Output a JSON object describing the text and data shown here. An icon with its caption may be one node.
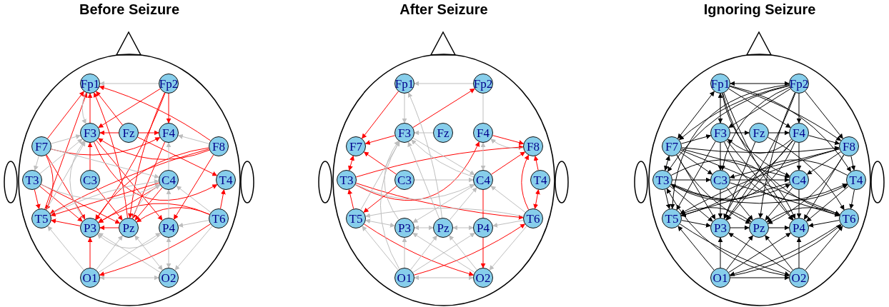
{
  "diagram": {
    "nodes": [
      {
        "text": [
          "Before Seizure"
        ]
      },
      {
        "text": [
          "Fp1"
        ],
        "in": 0
      },
      {
        "text": [
          "Fp2"
        ],
        "in": 0
      },
      {
        "text": [
          "F3"
        ],
        "in": 0
      },
      {
        "text": [
          "Fz"
        ],
        "in": 0
      },
      {
        "text": [
          "F4"
        ],
        "in": 0
      },
      {
        "text": [
          "F7"
        ],
        "in": 0
      },
      {
        "text": [
          "F8"
        ],
        "in": 0
      },
      {
        "text": [
          "T3"
        ],
        "in": 0
      },
      {
        "text": [
          "C3"
        ],
        "in": 0
      },
      {
        "text": [
          "C4"
        ],
        "in": 0
      },
      {
        "text": [
          "T4"
        ],
        "in": 0
      },
      {
        "text": [
          "T5"
        ],
        "in": 0
      },
      {
        "text": [
          "T6"
        ],
        "in": 0
      },
      {
        "text": [
          "P3"
        ],
        "in": 0
      },
      {
        "text": [
          "Pz"
        ],
        "in": 0
      },
      {
        "text": [
          "P4"
        ],
        "in": 0
      },
      {
        "text": [
          "O1"
        ],
        "in": 0
      },
      {
        "text": [
          "O2"
        ],
        "in": 0
      },
      {
        "text": [
          "After Seizure"
        ]
      },
      {
        "text": [
          "Fp1"
        ],
        "in": 19
      },
      {
        "text": [
          "Fp2"
        ],
        "in": 19
      },
      {
        "text": [
          "F3"
        ],
        "in": 19
      },
      {
        "text": [
          "Fz"
        ],
        "in": 19
      },
      {
        "text": [
          "F4"
        ],
        "in": 19
      },
      {
        "text": [
          "F7"
        ],
        "in": 19
      },
      {
        "text": [
          "F8"
        ],
        "in": 19
      },
      {
        "text": [
          "T3"
        ],
        "in": 19
      },
      {
        "text": [
          "C3"
        ],
        "in": 19
      },
      {
        "text": [
          "C4"
        ],
        "in": 19
      },
      {
        "text": [
          "T4"
        ],
        "in": 19
      },
      {
        "text": [
          "T5"
        ],
        "in": 19
      },
      {
        "text": [
          "T6"
        ],
        "in": 19
      },
      {
        "text": [
          "P3"
        ],
        "in": 19
      },
      {
        "text": [
          "Pz"
        ],
        "in": 19
      },
      {
        "text": [
          "P4"
        ],
        "in": 19
      },
      {
        "text": [
          "O1"
        ],
        "in": 19
      },
      {
        "text": [
          "O2"
        ],
        "in": 19
      },
      {
        "text": [
          "Ignoring Seizure"
        ]
      },
      {
        "text": [
          "Fp1"
        ],
        "in": 38
      },
      {
        "text": [
          "Fp2"
        ],
        "in": 38
      },
      {
        "text": [
          "F3"
        ],
        "in": 38
      },
      {
        "text": [
          "Fz"
        ],
        "in": 38
      },
      {
        "text": [
          "F4"
        ],
        "in": 38
      },
      {
        "text": [
          "F7"
        ],
        "in": 38
      },
      {
        "text": [
          "F8"
        ],
        "in": 38
      },
      {
        "text": [
          "T3"
        ],
        "in": 38
      },
      {
        "text": [
          "C3"
        ],
        "in": 38
      },
      {
        "text": [
          "C4"
        ],
        "in": 38
      },
      {
        "text": [
          "T4"
        ],
        "in": 38
      },
      {
        "text": [
          "T5"
        ],
        "in": 38
      },
      {
        "text": [
          "T6"
        ],
        "in": 38
      },
      {
        "text": [
          "P3"
        ],
        "in": 38
      },
      {
        "text": [
          "Pz"
        ],
        "in": 38
      },
      {
        "text": [
          "P4"
        ],
        "in": 38
      },
      {
        "text": [
          "O1"
        ],
        "in": 38
      },
      {
        "text": [
          "O2"
        ],
        "in": 38
      }
    ],
    "edges": [
      {
        "from": 6,
        "to": 1,
        "arrow": "to",
        "color": "#ff0000"
      },
      {
        "from": 3,
        "to": 1,
        "arrow": "to",
        "color": "#ff0000"
      },
      {
        "from": 4,
        "to": 1,
        "arrow": "to",
        "color": "#ff0000"
      },
      {
        "from": 7,
        "to": 1,
        "arrow": "to",
        "color": "#ff0000"
      },
      {
        "from": 12,
        "to": 1,
        "arrow": "to",
        "color": "#ff0000"
      },
      {
        "from": 15,
        "to": 1,
        "arrow": "to",
        "color": "#ff0000"
      },
      {
        "from": 2,
        "to": 3,
        "arrow": "to",
        "color": "#ff0000"
      },
      {
        "from": 2,
        "to": 5,
        "arrow": "to",
        "color": "#ff0000"
      },
      {
        "from": 2,
        "to": 14,
        "arrow": "to",
        "color": "#ff0000"
      },
      {
        "from": 2,
        "to": 15,
        "arrow": "to",
        "color": "#ff0000"
      },
      {
        "from": 4,
        "to": 3,
        "arrow": "to",
        "color": "#ff0000"
      },
      {
        "from": 4,
        "to": 5,
        "arrow": "to",
        "color": "#ff0000"
      },
      {
        "from": 7,
        "to": 3,
        "arrow": "to",
        "color": "#ff0000"
      },
      {
        "from": 9,
        "to": 3,
        "arrow": "to",
        "color": "#ff0000"
      },
      {
        "from": 6,
        "to": 5,
        "arrow": "to",
        "color": "#ff0000"
      },
      {
        "from": 3,
        "to": 11,
        "arrow": "to",
        "color": "#ff0000"
      },
      {
        "from": 4,
        "to": 11,
        "arrow": "to",
        "color": "#ff0000"
      },
      {
        "from": 7,
        "to": 12,
        "arrow": "to",
        "color": "#ff0000"
      },
      {
        "from": 7,
        "to": 14,
        "arrow": "to",
        "color": "#ff0000"
      },
      {
        "from": 7,
        "to": 16,
        "arrow": "to",
        "color": "#ff0000"
      },
      {
        "from": 6,
        "to": 12,
        "arrow": "to",
        "color": "#ff0000"
      },
      {
        "from": 6,
        "to": 14,
        "arrow": "to",
        "color": "#ff0000"
      },
      {
        "from": 8,
        "to": 12,
        "arrow": "to",
        "color": "#ff0000"
      },
      {
        "from": 8,
        "to": 14,
        "arrow": "to",
        "color": "#ff0000"
      },
      {
        "from": 8,
        "to": 15,
        "arrow": "to",
        "color": "#ff0000"
      },
      {
        "from": 9,
        "to": 15,
        "arrow": "to",
        "color": "#ff0000"
      },
      {
        "from": 10,
        "to": 12,
        "arrow": "to",
        "color": "#ff0000"
      },
      {
        "from": 10,
        "to": 14,
        "arrow": "to",
        "color": "#ff0000"
      },
      {
        "from": 10,
        "to": 15,
        "arrow": "to",
        "color": "#ff0000"
      },
      {
        "from": 13,
        "to": 11,
        "arrow": "to",
        "color": "#ff0000"
      },
      {
        "from": 13,
        "to": 15,
        "arrow": "to",
        "color": "#ff0000"
      },
      {
        "from": 13,
        "to": 17,
        "arrow": "to",
        "color": "#ff0000"
      },
      {
        "from": 13,
        "to": 14,
        "arrow": "to",
        "color": "#ff0000"
      },
      {
        "from": 15,
        "to": 14,
        "arrow": "to",
        "color": "#ff0000"
      },
      {
        "from": 14,
        "to": 12,
        "arrow": "to",
        "color": "#ff0000"
      },
      {
        "from": 17,
        "to": 14,
        "arrow": "to",
        "color": "#ff0000"
      },
      {
        "from": 5,
        "to": 15,
        "arrow": "to",
        "color": "#ff0000"
      },
      {
        "from": 3,
        "to": 16,
        "arrow": "to",
        "color": "#ff0000"
      },
      {
        "from": 2,
        "to": 1,
        "arrow": "to",
        "color": "#bebebe"
      },
      {
        "from": 1,
        "to": 3,
        "arrow": "to",
        "color": "#bebebe"
      },
      {
        "from": 7,
        "to": 5,
        "arrow": "to",
        "color": "#bebebe"
      },
      {
        "from": 6,
        "to": 3,
        "arrow": "to",
        "color": "#bebebe"
      },
      {
        "from": 8,
        "to": 3,
        "arrow": "to",
        "color": "#bebebe"
      },
      {
        "from": 6,
        "to": 8,
        "arrow": "to",
        "color": "#bebebe"
      },
      {
        "from": 8,
        "to": 10,
        "arrow": "to",
        "color": "#bebebe"
      },
      {
        "from": 6,
        "to": 10,
        "arrow": "to",
        "color": "#bebebe"
      },
      {
        "from": 10,
        "to": 5,
        "arrow": "to",
        "color": "#bebebe"
      },
      {
        "from": 13,
        "to": 10,
        "arrow": "to",
        "color": "#bebebe"
      },
      {
        "from": 16,
        "to": 10,
        "arrow": "to",
        "color": "#bebebe"
      },
      {
        "from": 12,
        "to": 10,
        "arrow": "to",
        "color": "#bebebe"
      },
      {
        "from": 16,
        "to": 14,
        "arrow": "to",
        "color": "#bebebe"
      },
      {
        "from": 13,
        "to": 16,
        "arrow": "to",
        "color": "#bebebe"
      },
      {
        "from": 17,
        "to": 12,
        "arrow": "to",
        "color": "#bebebe"
      },
      {
        "from": 17,
        "to": 15,
        "arrow": "to",
        "color": "#bebebe"
      },
      {
        "from": 17,
        "to": 18,
        "arrow": "both",
        "color": "#bebebe"
      },
      {
        "from": 18,
        "to": 14,
        "arrow": "to",
        "color": "#bebebe"
      },
      {
        "from": 18,
        "to": 15,
        "arrow": "both",
        "color": "#bebebe"
      },
      {
        "from": 16,
        "to": 18,
        "arrow": "both",
        "color": "#bebebe"
      },
      {
        "from": 13,
        "to": 18,
        "arrow": "to",
        "color": "#bebebe"
      },
      {
        "from": 17,
        "to": 16,
        "arrow": "to",
        "color": "#bebebe"
      },
      {
        "from": 15,
        "to": 10,
        "arrow": "to",
        "color": "#bebebe"
      },
      {
        "from": 12,
        "to": 3,
        "arrow": "to",
        "color": "#bebebe"
      },
      {
        "from": 14,
        "to": 3,
        "arrow": "to",
        "color": "#bebebe"
      },
      {
        "from": 20,
        "to": 25,
        "arrow": "to",
        "color": "#ff0000"
      },
      {
        "from": 22,
        "to": 25,
        "arrow": "to",
        "color": "#ff0000"
      },
      {
        "from": 22,
        "to": 21,
        "arrow": "to",
        "color": "#ff0000"
      },
      {
        "from": 27,
        "to": 25,
        "arrow": "both",
        "color": "#ff0000"
      },
      {
        "from": 28,
        "to": 25,
        "arrow": "to",
        "color": "#ff0000"
      },
      {
        "from": 27,
        "to": 24,
        "arrow": "to",
        "color": "#ff0000"
      },
      {
        "from": 27,
        "to": 26,
        "arrow": "to",
        "color": "#ff0000"
      },
      {
        "from": 27,
        "to": 32,
        "arrow": "to",
        "color": "#ff0000"
      },
      {
        "from": 24,
        "to": 26,
        "arrow": "to",
        "color": "#ff0000"
      },
      {
        "from": 29,
        "to": 26,
        "arrow": "to",
        "color": "#ff0000"
      },
      {
        "from": 30,
        "to": 26,
        "arrow": "to",
        "color": "#ff0000"
      },
      {
        "from": 32,
        "to": 26,
        "arrow": "to",
        "color": "#ff0000"
      },
      {
        "from": 32,
        "to": 30,
        "arrow": "both",
        "color": "#ff0000"
      },
      {
        "from": 31,
        "to": 27,
        "arrow": "to",
        "color": "#ff0000"
      },
      {
        "from": 28,
        "to": 31,
        "arrow": "to",
        "color": "#ff0000"
      },
      {
        "from": 31,
        "to": 37,
        "arrow": "to",
        "color": "#ff0000"
      },
      {
        "from": 36,
        "to": 32,
        "arrow": "to",
        "color": "#ff0000"
      },
      {
        "from": 29,
        "to": 35,
        "arrow": "none",
        "color": "#ff0000"
      },
      {
        "from": 35,
        "to": 37,
        "arrow": "to",
        "color": "#ff0000"
      },
      {
        "from": 21,
        "to": 20,
        "arrow": "to",
        "color": "#bebebe"
      },
      {
        "from": 20,
        "to": 22,
        "arrow": "to",
        "color": "#bebebe"
      },
      {
        "from": 23,
        "to": 22,
        "arrow": "to",
        "color": "#bebebe"
      },
      {
        "from": 34,
        "to": 20,
        "arrow": "to",
        "color": "#bebebe"
      },
      {
        "from": 21,
        "to": 24,
        "arrow": "none",
        "color": "#bebebe"
      },
      {
        "from": 26,
        "to": 24,
        "arrow": "to",
        "color": "#bebebe"
      },
      {
        "from": 29,
        "to": 24,
        "arrow": "both",
        "color": "#bebebe"
      },
      {
        "from": 27,
        "to": 29,
        "arrow": "to",
        "color": "#bebebe"
      },
      {
        "from": 28,
        "to": 29,
        "arrow": "to",
        "color": "#bebebe"
      },
      {
        "from": 22,
        "to": 29,
        "arrow": "to",
        "color": "#bebebe"
      },
      {
        "from": 33,
        "to": 22,
        "arrow": "to",
        "color": "#bebebe"
      },
      {
        "from": 34,
        "to": 22,
        "arrow": "to",
        "color": "#bebebe"
      },
      {
        "from": 36,
        "to": 22,
        "arrow": "to",
        "color": "#bebebe"
      },
      {
        "from": 29,
        "to": 22,
        "arrow": "to",
        "color": "#bebebe"
      },
      {
        "from": 31,
        "to": 22,
        "arrow": "to",
        "color": "#bebebe"
      },
      {
        "from": 31,
        "to": 33,
        "arrow": "both",
        "color": "#bebebe"
      },
      {
        "from": 33,
        "to": 34,
        "arrow": "both",
        "color": "#bebebe"
      },
      {
        "from": 34,
        "to": 35,
        "arrow": "both",
        "color": "#bebebe"
      },
      {
        "from": 32,
        "to": 35,
        "arrow": "to",
        "color": "#bebebe"
      },
      {
        "from": 32,
        "to": 29,
        "arrow": "to",
        "color": "#bebebe"
      },
      {
        "from": 32,
        "to": 31,
        "arrow": "to",
        "color": "#bebebe"
      },
      {
        "from": 36,
        "to": 31,
        "arrow": "to",
        "color": "#bebebe"
      },
      {
        "from": 36,
        "to": 33,
        "arrow": "to",
        "color": "#bebebe"
      },
      {
        "from": 36,
        "to": 34,
        "arrow": "to",
        "color": "#bebebe"
      },
      {
        "from": 36,
        "to": 35,
        "arrow": "to",
        "color": "#bebebe"
      },
      {
        "from": 36,
        "to": 37,
        "arrow": "both",
        "color": "#bebebe"
      },
      {
        "from": 37,
        "to": 33,
        "arrow": "to",
        "color": "#bebebe"
      },
      {
        "from": 37,
        "to": 34,
        "arrow": "to",
        "color": "#bebebe"
      },
      {
        "from": 32,
        "to": 37,
        "arrow": "to",
        "color": "#bebebe"
      },
      {
        "from": 29,
        "to": 33,
        "arrow": "to",
        "color": "#bebebe"
      },
      {
        "from": 34,
        "to": 29,
        "arrow": "to",
        "color": "#bebebe"
      },
      {
        "from": 39,
        "to": 40,
        "arrow": "both"
      },
      {
        "from": 39,
        "to": 41,
        "arrow": "both"
      },
      {
        "from": 39,
        "to": 44,
        "arrow": "both"
      },
      {
        "from": 39,
        "to": 43,
        "arrow": "to"
      },
      {
        "from": 39,
        "to": 45,
        "arrow": "to"
      },
      {
        "from": 39,
        "to": 48,
        "arrow": "to"
      },
      {
        "from": 39,
        "to": 49,
        "arrow": "to"
      },
      {
        "from": 39,
        "to": 54,
        "arrow": "to"
      },
      {
        "from": 39,
        "to": 51,
        "arrow": "to"
      },
      {
        "from": 40,
        "to": 43,
        "arrow": "to"
      },
      {
        "from": 40,
        "to": 41,
        "arrow": "to"
      },
      {
        "from": 40,
        "to": 45,
        "arrow": "to"
      },
      {
        "from": 40,
        "to": 44,
        "arrow": "to"
      },
      {
        "from": 40,
        "to": 47,
        "arrow": "to"
      },
      {
        "from": 40,
        "to": 46,
        "arrow": "to"
      },
      {
        "from": 40,
        "to": 52,
        "arrow": "to"
      },
      {
        "from": 40,
        "to": 53,
        "arrow": "to"
      },
      {
        "from": 40,
        "to": 50,
        "arrow": "to"
      },
      {
        "from": 44,
        "to": 41,
        "arrow": "to"
      },
      {
        "from": 44,
        "to": 47,
        "arrow": "to"
      },
      {
        "from": 44,
        "to": 46,
        "arrow": "both"
      },
      {
        "from": 44,
        "to": 52,
        "arrow": "to"
      },
      {
        "from": 44,
        "to": 53,
        "arrow": "to"
      },
      {
        "from": 44,
        "to": 48,
        "arrow": "to"
      },
      {
        "from": 44,
        "to": 51,
        "arrow": "to"
      },
      {
        "from": 44,
        "to": 45,
        "arrow": "to"
      },
      {
        "from": 41,
        "to": 47,
        "arrow": "to"
      },
      {
        "from": 41,
        "to": 42,
        "arrow": "to"
      },
      {
        "from": 41,
        "to": 50,
        "arrow": "to"
      },
      {
        "from": 41,
        "to": 54,
        "arrow": "to"
      },
      {
        "from": 41,
        "to": 49,
        "arrow": "to"
      },
      {
        "from": 42,
        "to": 43,
        "arrow": "to"
      },
      {
        "from": 42,
        "to": 52,
        "arrow": "to"
      },
      {
        "from": 42,
        "to": 51,
        "arrow": "to"
      },
      {
        "from": 43,
        "to": 48,
        "arrow": "to"
      },
      {
        "from": 43,
        "to": 41,
        "arrow": "to"
      },
      {
        "from": 43,
        "to": 45,
        "arrow": "to"
      },
      {
        "from": 43,
        "to": 46,
        "arrow": "to"
      },
      {
        "from": 43,
        "to": 52,
        "arrow": "to"
      },
      {
        "from": 43,
        "to": 50,
        "arrow": "to"
      },
      {
        "from": 45,
        "to": 49,
        "arrow": "to"
      },
      {
        "from": 45,
        "to": 48,
        "arrow": "to"
      },
      {
        "from": 45,
        "to": 47,
        "arrow": "to"
      },
      {
        "from": 45,
        "to": 54,
        "arrow": "to"
      },
      {
        "from": 45,
        "to": 53,
        "arrow": "to"
      },
      {
        "from": 45,
        "to": 50,
        "arrow": "to"
      },
      {
        "from": 46,
        "to": 47,
        "arrow": "to"
      },
      {
        "from": 46,
        "to": 50,
        "arrow": "to"
      },
      {
        "from": 46,
        "to": 52,
        "arrow": "to"
      },
      {
        "from": 46,
        "to": 48,
        "arrow": "to"
      },
      {
        "from": 46,
        "to": 49,
        "arrow": "to"
      },
      {
        "from": 46,
        "to": 54,
        "arrow": "to"
      },
      {
        "from": 47,
        "to": 52,
        "arrow": "to"
      },
      {
        "from": 47,
        "to": 53,
        "arrow": "to"
      },
      {
        "from": 47,
        "to": 51,
        "arrow": "to"
      },
      {
        "from": 47,
        "to": 48,
        "arrow": "to"
      },
      {
        "from": 48,
        "to": 54,
        "arrow": "to"
      },
      {
        "from": 48,
        "to": 53,
        "arrow": "to"
      },
      {
        "from": 48,
        "to": 50,
        "arrow": "to"
      },
      {
        "from": 49,
        "to": 51,
        "arrow": "to"
      },
      {
        "from": 49,
        "to": 54,
        "arrow": "to"
      },
      {
        "from": 49,
        "to": 52,
        "arrow": "to"
      },
      {
        "from": 50,
        "to": 52,
        "arrow": "to"
      },
      {
        "from": 50,
        "to": 56,
        "arrow": "to"
      },
      {
        "from": 50,
        "to": 53,
        "arrow": "to"
      },
      {
        "from": 51,
        "to": 54,
        "arrow": "to"
      },
      {
        "from": 51,
        "to": 53,
        "arrow": "to"
      },
      {
        "from": 51,
        "to": 55,
        "arrow": "to"
      },
      {
        "from": 52,
        "to": 53,
        "arrow": "to"
      },
      {
        "from": 53,
        "to": 54,
        "arrow": "to"
      },
      {
        "from": 55,
        "to": 52,
        "arrow": "to"
      },
      {
        "from": 55,
        "to": 53,
        "arrow": "to"
      },
      {
        "from": 55,
        "to": 54,
        "arrow": "to"
      },
      {
        "from": 55,
        "to": 56,
        "arrow": "to"
      },
      {
        "from": 55,
        "to": 51,
        "arrow": "to"
      },
      {
        "from": 55,
        "to": 50,
        "arrow": "to"
      },
      {
        "from": 56,
        "to": 54,
        "arrow": "to"
      },
      {
        "from": 56,
        "to": 53,
        "arrow": "to"
      },
      {
        "from": 56,
        "to": 52,
        "arrow": "to"
      },
      {
        "from": 56,
        "to": 51,
        "arrow": "to"
      },
      {
        "from": 56,
        "to": 46,
        "arrow": "to"
      }
    ]
  }
}
